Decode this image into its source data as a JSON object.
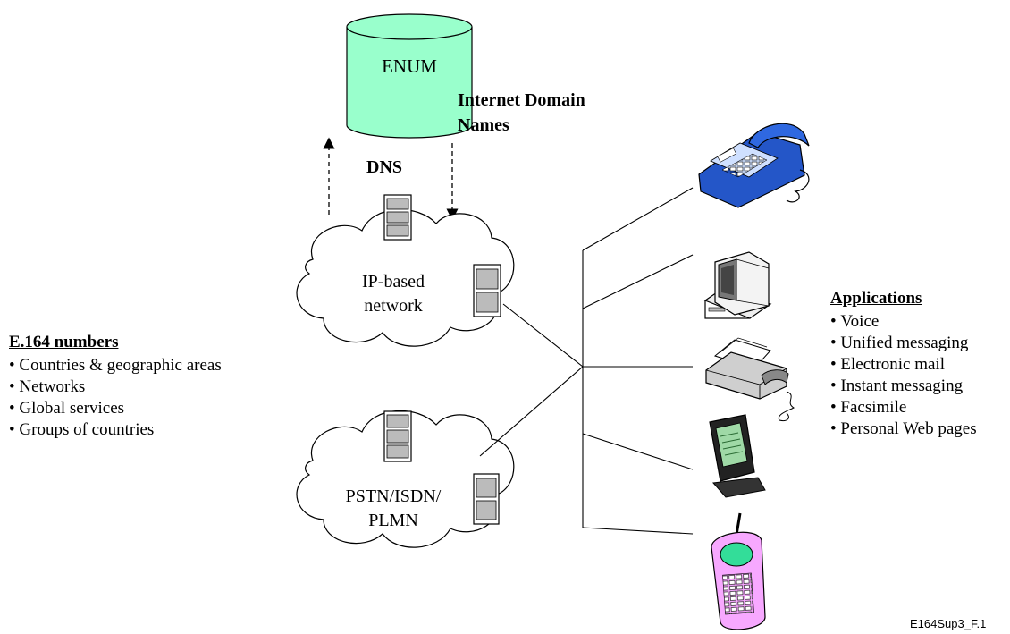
{
  "enum": {
    "label": "ENUM"
  },
  "dns": {
    "label": "DNS"
  },
  "internet_domain": {
    "label_line1": "Internet Domain",
    "label_line2": "Names"
  },
  "ip_network": {
    "label_line1": "IP-based",
    "label_line2": "network"
  },
  "pstn_network": {
    "label_line1": "PSTN/ISDN/",
    "label_line2": "PLMN"
  },
  "e164": {
    "heading": "E.164 numbers",
    "items": [
      "Countries & geographic areas",
      "Networks",
      "Global services",
      "Groups of countries"
    ]
  },
  "applications": {
    "heading": "Applications",
    "items": [
      "Voice",
      "Unified messaging",
      "Electronic mail",
      "Instant messaging",
      "Facsimile",
      "Personal Web pages"
    ]
  },
  "figure_id": "E164Sup3_F.1",
  "colors": {
    "enum_fill": "#99ffcc",
    "phone_blue": "#2456c8",
    "mobile_pink": "#f7a8ff",
    "screen_green": "#33dd99"
  },
  "icons": [
    "database-cylinder",
    "server-tower",
    "desk-phone",
    "desktop-computer",
    "fax-machine",
    "pda",
    "mobile-phone"
  ]
}
